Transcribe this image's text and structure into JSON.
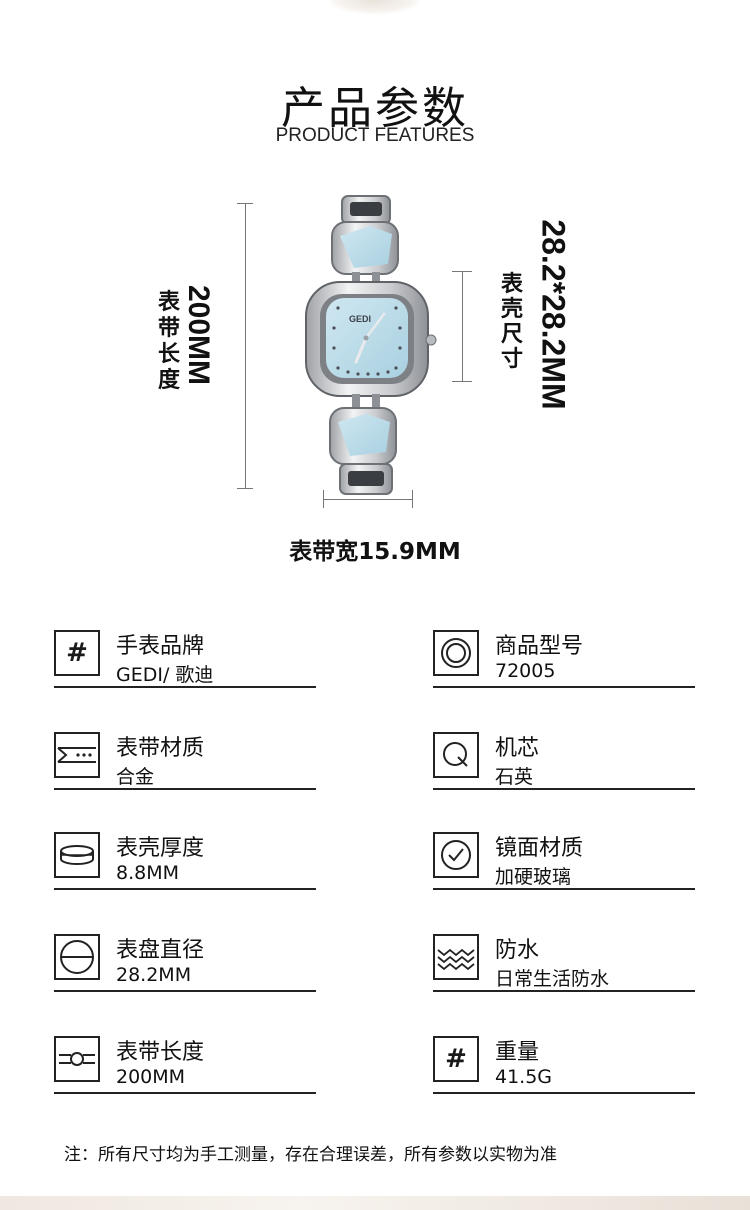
{
  "header": {
    "title": "产品参数",
    "subtitle": "PRODUCT FEATURES"
  },
  "dimensions": {
    "strap_length_value": "200MM",
    "strap_length_label": "表带长度",
    "case_size_value": "28.2*28.2MM",
    "case_size_label": "表壳尺寸",
    "strap_width_label": "表带宽15.9MM"
  },
  "watch": {
    "brand_on_dial": "GEDI",
    "dial_color": "#b9dbe8",
    "metal_color": "#d9dadc"
  },
  "specs": [
    {
      "key": "手表品牌",
      "value": "GEDI/ 歌迪",
      "icon": "hash-icon"
    },
    {
      "key": "商品型号",
      "value": "72005",
      "icon": "concentric-circles-icon"
    },
    {
      "key": "表带材质",
      "value": "合金",
      "icon": "strap-icon"
    },
    {
      "key": "机芯",
      "value": "石英",
      "icon": "q-icon"
    },
    {
      "key": "表壳厚度",
      "value": "8.8MM",
      "icon": "case-thickness-icon"
    },
    {
      "key": "镜面材质",
      "value": "加硬玻璃",
      "icon": "check-circle-icon"
    },
    {
      "key": "表盘直径",
      "value": "28.2MM",
      "icon": "dial-diameter-icon"
    },
    {
      "key": "防水",
      "value": "日常生活防水",
      "icon": "waves-icon"
    },
    {
      "key": "表带长度",
      "value": "200MM",
      "icon": "strap-length-icon"
    },
    {
      "key": "重量",
      "value": "41.5G",
      "icon": "hash-icon"
    }
  ],
  "footer": {
    "note": "注：所有尺寸均为手工测量，存在合理误差，所有参数以实物为准"
  }
}
